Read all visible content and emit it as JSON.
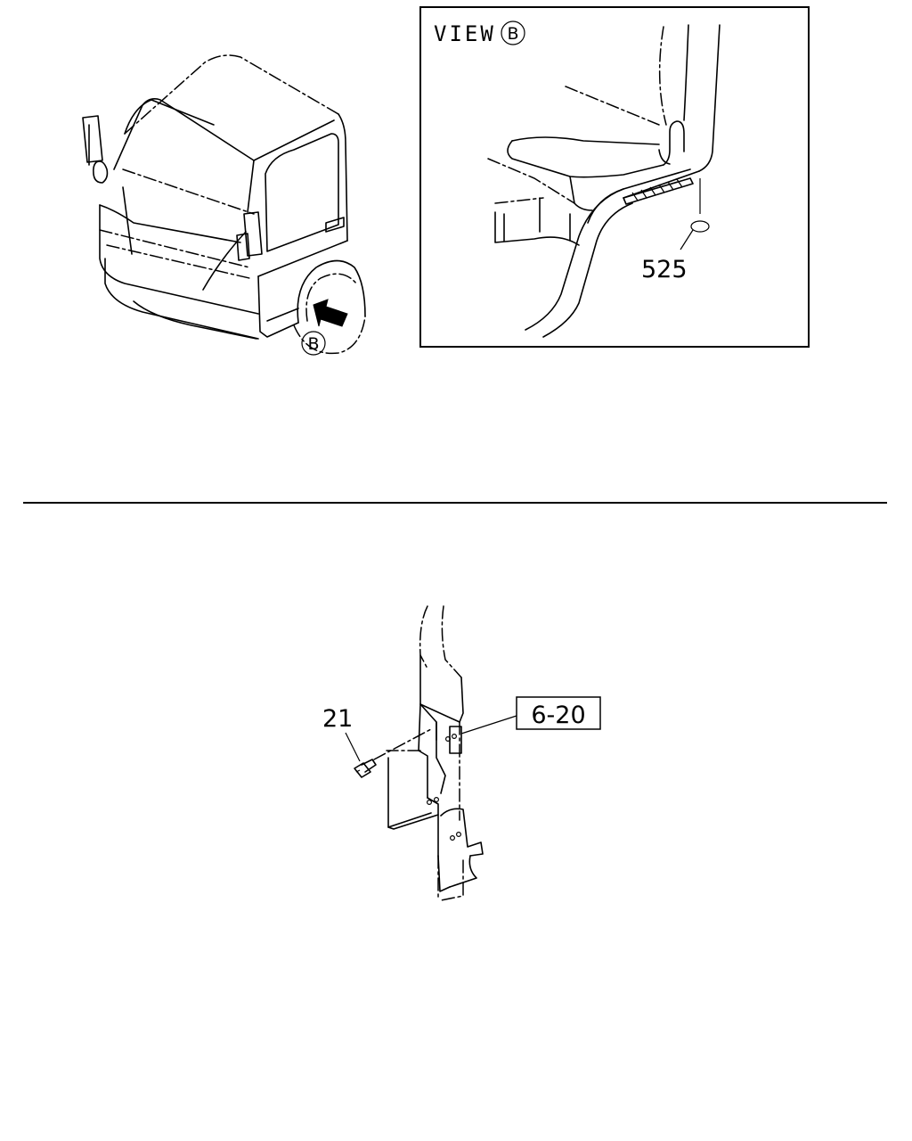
{
  "view_label": "VIEW",
  "view_marker": "B",
  "callout_view_marker": "B",
  "part_numbers": {
    "cab_view_part": "525",
    "bolt": "21",
    "reference_box": "6-20"
  }
}
